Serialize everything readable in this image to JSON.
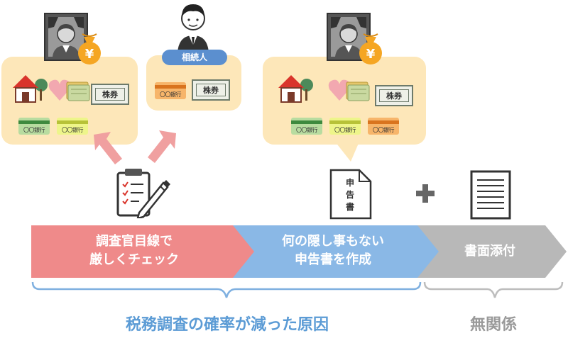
{
  "heir_label": "相続人",
  "stock_label": "株券",
  "bank_label": "〇〇銀行",
  "document_label": [
    "申",
    "告",
    "書"
  ],
  "banner": {
    "step1": [
      "調査官目線で",
      "厳しくチェック"
    ],
    "step2": [
      "何の隠し事もない",
      "申告書を作成"
    ],
    "step3": "書面添付"
  },
  "captions": {
    "reason": "税務調査の確率が減った原因",
    "unrelated": "無関係"
  },
  "colors": {
    "panel": "#fde7b9",
    "step1": "#ef8a8a",
    "step2": "#8ab8e6",
    "step3": "#b8b8b8",
    "reason_text": "#5b9bd5",
    "unrelated_text": "#9a9a9a",
    "coin": "#f5a623",
    "arrow_up": "#f0a0a0"
  },
  "icons": {
    "portrait": "deceased-portrait-icon",
    "money_bag": "yen-money-bag-icon",
    "heir": "heir-person-icon",
    "house": "house-icon",
    "heart_cash": "heart-cash-icon",
    "clipboard": "checklist-clipboard-icon",
    "tax_return": "tax-return-document-icon",
    "plus": "plus-icon",
    "attached_doc": "attached-document-icon"
  }
}
